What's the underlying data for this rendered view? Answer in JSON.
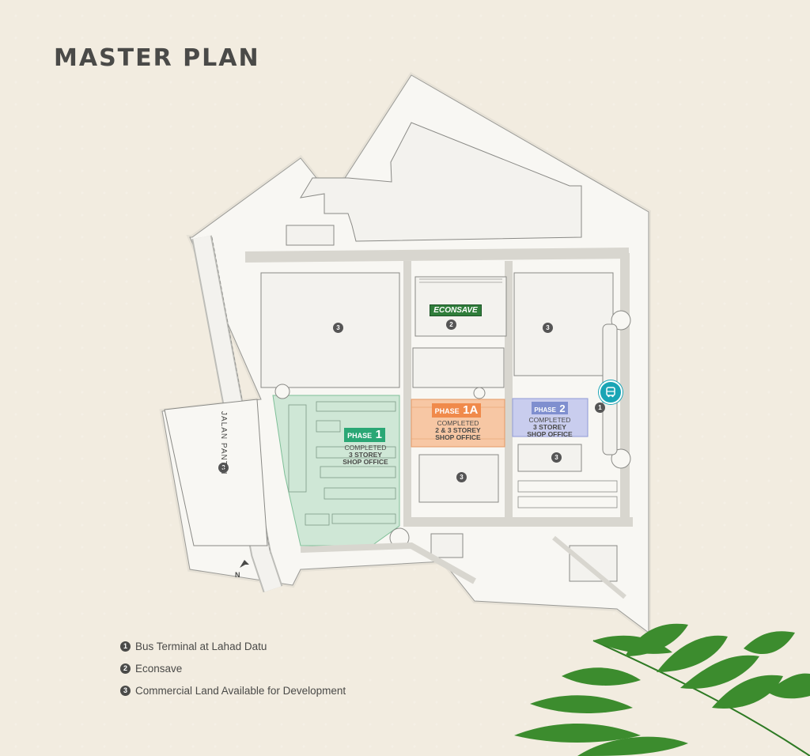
{
  "title": "MASTER PLAN",
  "road_label": "JALAN PANTAI",
  "north_label": "N",
  "brand_label": "ECONSAVE",
  "phases": {
    "phase1": {
      "tag": "PHASE",
      "num": "1",
      "status": "COMPLETED",
      "desc1": "3 STOREY",
      "desc2": "SHOP OFFICE",
      "color": "#2aa775"
    },
    "phase1a": {
      "tag": "PHASE",
      "num": "1A",
      "status": "COMPLETED",
      "desc1": "2 & 3 STOREY",
      "desc2": "SHOP OFFICE",
      "color": "#f08a4b"
    },
    "phase2": {
      "tag": "PHASE",
      "num": "2",
      "status": "COMPLETED",
      "desc1": "3 STOREY",
      "desc2": "SHOP OFFICE",
      "color": "#7f8fcf"
    }
  },
  "markers": {
    "one": "1",
    "two": "2",
    "three": "3"
  },
  "legend": [
    {
      "num": "1",
      "label": "Bus Terminal at Lahad Datu"
    },
    {
      "num": "2",
      "label": "Econsave"
    },
    {
      "num": "3",
      "label": "Commercial Land Available for Development"
    }
  ],
  "colors": {
    "background": "#f2ece0",
    "site": "#f8f7f3",
    "phase1_area": "#cfe7d6",
    "phase1a_area": "#f7c7a4",
    "phase2_area": "#c9cdee",
    "bus_icon": "#1aa5b5",
    "palm": "#3c8c2e"
  },
  "icons": [
    "bus-icon",
    "north-arrow-icon",
    "palm-leaf-icon"
  ]
}
